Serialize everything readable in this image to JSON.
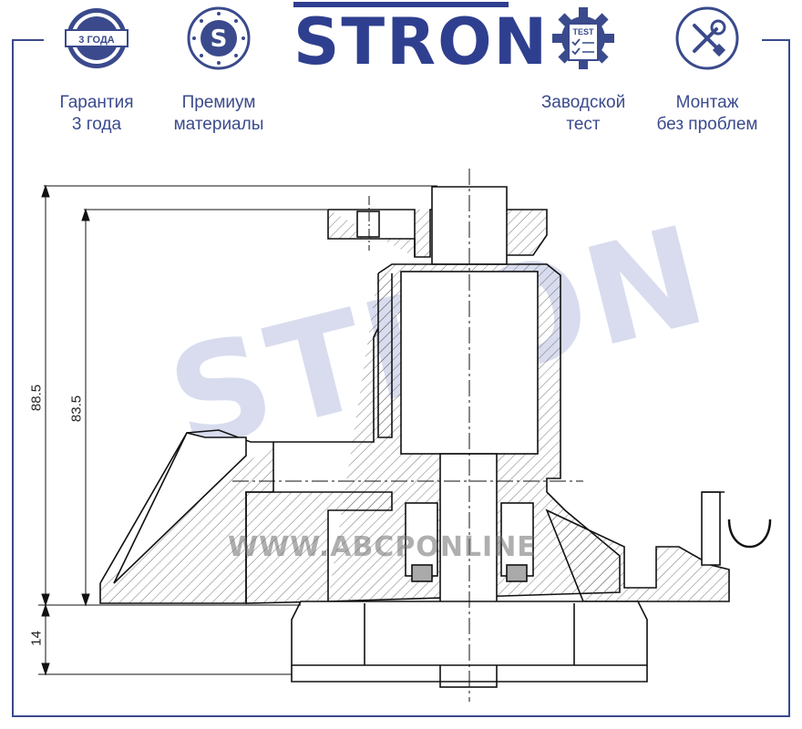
{
  "brand": {
    "name": "STRON",
    "color": "#2f3f8f"
  },
  "badges": [
    {
      "icon": "warranty-seal-icon",
      "icon_text": "3 ГОДА",
      "line1": "Гарантия",
      "line2": "3 года"
    },
    {
      "icon": "premium-s-coin-icon",
      "icon_text": "S",
      "line1": "Премиум",
      "line2": "материалы"
    },
    {
      "icon": "factory-test-gear-icon",
      "icon_text": "TEST",
      "line1": "Заводской",
      "line2": "тест"
    },
    {
      "icon": "wrench-screwdriver-icon",
      "line1": "Монтаж",
      "line2": "без проблем"
    }
  ],
  "dimensions": {
    "overall_height": "88.5",
    "inner_height": "83.5",
    "flange_height": "14"
  },
  "watermark": {
    "url": "WWW.ABCPONLINE",
    "logo": "STRON"
  }
}
